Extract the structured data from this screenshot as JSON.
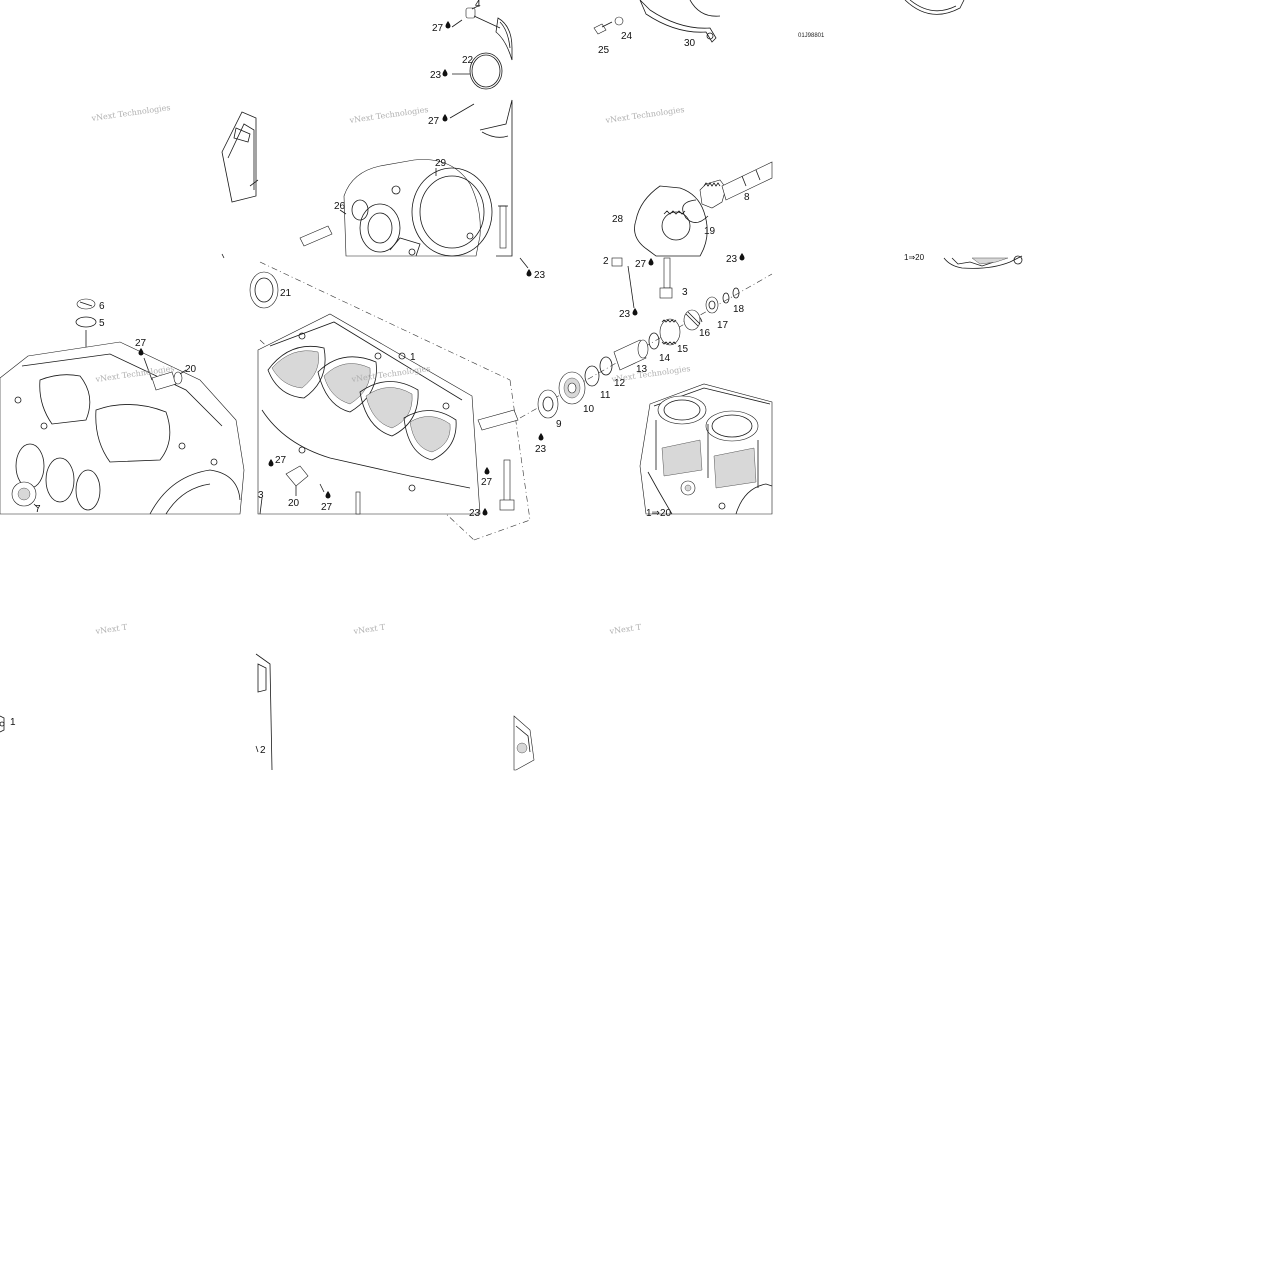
{
  "diagram": {
    "drawing_code": "01J98801",
    "watermark_text": "vNext Technologies",
    "watermark_fragment": "vNext T",
    "callouts": [
      "4",
      "27",
      "22",
      "23",
      "27",
      "29",
      "26",
      "23",
      "25",
      "24",
      "30",
      "28",
      "19",
      "8",
      "2",
      "27",
      "23",
      "3",
      "23",
      "18",
      "17",
      "16",
      "15",
      "14",
      "13",
      "12",
      "11",
      "10",
      "9",
      "23",
      "21",
      "1",
      "6",
      "5",
      "27",
      "20",
      "27",
      "3",
      "20",
      "27",
      "7",
      "27",
      "23",
      "1⇒20",
      "1⇒20",
      "1",
      "2"
    ]
  }
}
